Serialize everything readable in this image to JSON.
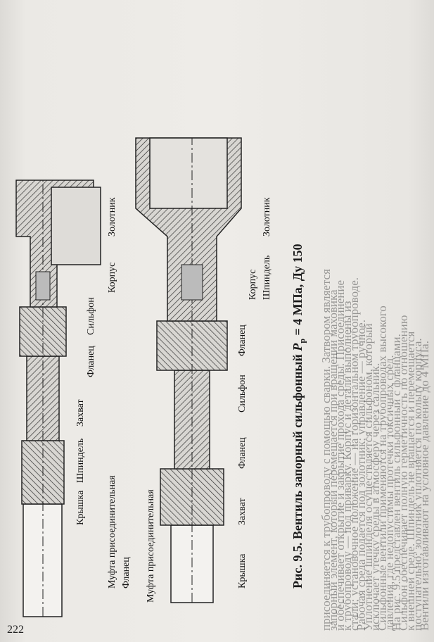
{
  "page_number": "222",
  "caption": {
    "prefix": "Рис. 9.5. Вентиль запорный сильфонный ",
    "pressure": "P",
    "pressure_sub": "р",
    "suffix": " = 4 МПа, Ду 150"
  },
  "figure_left": {
    "labels": {
      "flanets_top": "Фланец",
      "kryshka": "Крышка",
      "zakhvat": "Захват",
      "shpindel": "Шпиндель",
      "flanets_mid": "Фланец",
      "silfon": "Сильфон",
      "korpus": "Корпус",
      "mufta": "Муфта присоединительная",
      "zolotnik": "Золотник"
    }
  },
  "figure_right": {
    "labels": {
      "zakhvat": "Захват",
      "flanets_1": "Фланец",
      "silfon": "Сильфон",
      "mufta": "Муфта присоединительная",
      "flanets_2": "Фланец",
      "korpus": "Корпус",
      "kryshka": "Крышка",
      "shpindel": "Шпиндель",
      "zolotnik": "Золотник"
    }
  },
  "text_lines": [
    "присоединяется к трубопроводу с помощью сварки. Затвором является",
    "запорный элемент, который перемещается при вращении маховика",
    "и обеспечивает открытие и закрытие прохода среды. Присоединение",
    "к трубопроводу — под приварку. Корпус и детали выполнены из",
    "стали; установочное положение — на горизонтальном трубопроводе.",
    "Рабочая среда подается под золотник; управление — ручное.",
    "Уплотнение шпинделя осуществляется сильфоном, который",
    "исключает утечку среды в атмосферу через сальник.",
    "Сильфонные вентили применяются на трубопроводах высокого",
    "давления, где недопустимы протечки токсичных сред.",
    "На рис. 9.5 представлен вентиль сильфонный с фланцами.",
    "Сильфон обеспечивает полную герметичность по отношению",
    "к внешней среде. Шпиндель не вращается и перемещается",
    "поступательно; золотник уплотняется по кольцу корпуса.",
    "Вентили изготавливают на условное давление до 4 МПа."
  ]
}
